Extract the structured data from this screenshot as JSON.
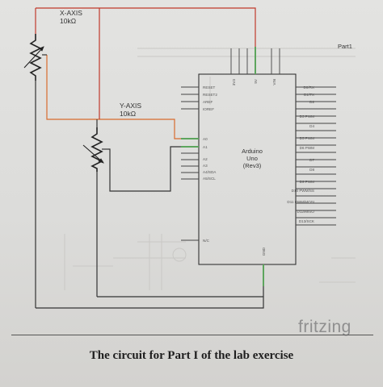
{
  "labels": {
    "x_axis": "X-AXIS",
    "x_axis_value": "10kΩ",
    "y_axis": "Y-AXIS",
    "y_axis_value": "10kΩ",
    "part": "Part1",
    "board_line1": "Arduino",
    "board_line2": "Uno",
    "board_line3": "(Rev3)",
    "logo": "fritzing",
    "caption": "The circuit for Part I of the lab exercise"
  },
  "top_pins": [
    "3V3",
    "5V",
    "VIN"
  ],
  "bottom_pin": "GND",
  "left_pins": [
    "RESET",
    "RESET2",
    "AREF",
    "IOREF",
    "A0",
    "A1",
    "A2",
    "A3",
    "A4/SDA",
    "A5/SCL",
    "N/C"
  ],
  "right_pins": [
    "D0/RX",
    "D1/TX",
    "D2",
    "D3 PWM",
    "D4",
    "D5 PWM",
    "D6 PWM",
    "D7",
    "D8",
    "D9 PWM",
    "D10 PWM/SS",
    "D11 PWM/MOSI",
    "D12/MISO",
    "D13/SCK"
  ],
  "colors": {
    "wire_red": "#c0392b",
    "wire_orange": "#d86b2e",
    "wire_dark": "#333333",
    "pin_green": "#5da55d"
  }
}
